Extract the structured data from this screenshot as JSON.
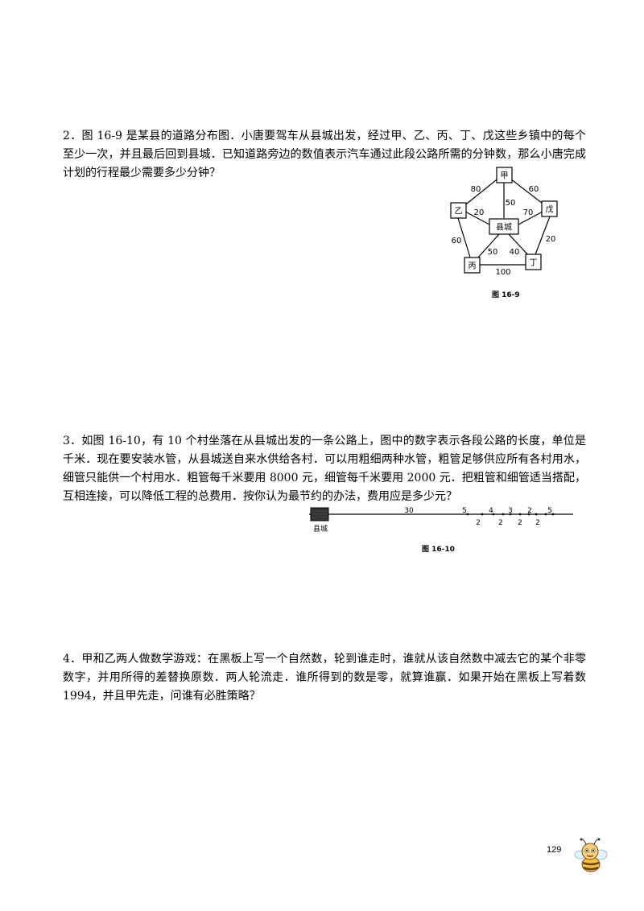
{
  "problems": [
    {
      "text": "2．图 16-9 是某县的道路分布图．小唐要驾车从县城出发，经过甲、乙、丙、丁、戊这些乡镇中的每个至少一次，并且最后回到县城．已知道路旁边的数值表示汽车通过此段公路所需的分钟数，那么小唐完成计划的行程最少需要多少分钟？"
    },
    {
      "text": "3．如图 16-10，有 10 个村坐落在从县城出发的一条公路上，图中的数字表示各段公路的长度，单位是千米．现在要安装水管，从县城送自来水供给各村．可以用粗细两种水管，粗管足够供应所有各村用水，细管只能供一个村用水．粗管每千米要用 8000 元，细管每千米要用 2000 元．把粗管和细管适当搭配，互相连接，可以降低工程的总费用．按你认为最节约的办法，费用应是多少元？"
    },
    {
      "text": "4．甲和乙两人做数学游戏：在黑板上写一个自然数，轮到谁走时，谁就从该自然数中减去它的某个非零数字，并用所得的差替换原数．两人轮流走．谁所得到的数是零，就算谁赢．如果开始在黑板上写着数 1994，并且甲先走，问谁有必胜策略？"
    }
  ],
  "fig_16_9": {
    "caption": "图 16-9",
    "nodes": {
      "jia": "甲",
      "yi": "乙",
      "wu": "戊",
      "bing": "丙",
      "ding": "丁",
      "center": "县城"
    },
    "edges": {
      "jia_yi": "80",
      "jia_wu": "60",
      "jia_center": "50",
      "yi_center": "20",
      "wu_center": "70",
      "yi_bing": "60",
      "wu_ding": "20",
      "center_bing": "50",
      "center_ding": "40",
      "bing_ding": "100"
    }
  },
  "fig_16_10": {
    "caption": "图 16-10",
    "county_label": "县城",
    "top_labels": [
      "30",
      "5",
      "4",
      "3",
      "2",
      "5"
    ],
    "bottom_labels": [
      "2",
      "2",
      "2",
      "2"
    ]
  },
  "page_number": "129"
}
